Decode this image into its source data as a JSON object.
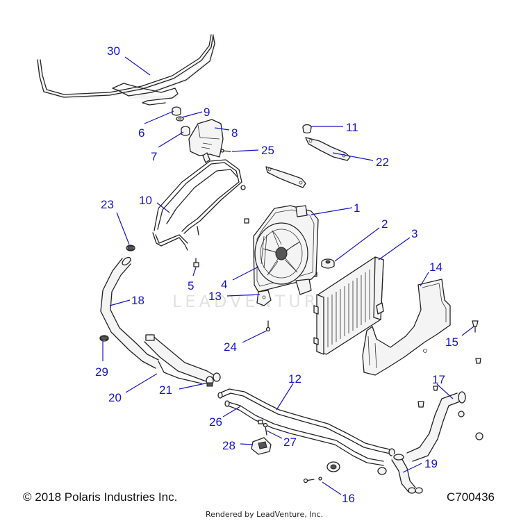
{
  "copyright": "© 2018 Polaris Industries Inc.",
  "diagram_code": "C700436",
  "rendered_by": "Rendered by LeadVenture, Inc.",
  "watermark": "LEADVENTURE",
  "callouts": [
    {
      "id": "30",
      "label": "30"
    },
    {
      "id": "9",
      "label": "9"
    },
    {
      "id": "6",
      "label": "6"
    },
    {
      "id": "8",
      "label": "8"
    },
    {
      "id": "7",
      "label": "7"
    },
    {
      "id": "11",
      "label": "11"
    },
    {
      "id": "25",
      "label": "25"
    },
    {
      "id": "22",
      "label": "22"
    },
    {
      "id": "10",
      "label": "10"
    },
    {
      "id": "23",
      "label": "23"
    },
    {
      "id": "1",
      "label": "1"
    },
    {
      "id": "2",
      "label": "2"
    },
    {
      "id": "3",
      "label": "3"
    },
    {
      "id": "14",
      "label": "14"
    },
    {
      "id": "4",
      "label": "4"
    },
    {
      "id": "5",
      "label": "5"
    },
    {
      "id": "18",
      "label": "18"
    },
    {
      "id": "13",
      "label": "13"
    },
    {
      "id": "15",
      "label": "15"
    },
    {
      "id": "24",
      "label": "24"
    },
    {
      "id": "29",
      "label": "29"
    },
    {
      "id": "17",
      "label": "17"
    },
    {
      "id": "12",
      "label": "12"
    },
    {
      "id": "20",
      "label": "20"
    },
    {
      "id": "21",
      "label": "21"
    },
    {
      "id": "26",
      "label": "26"
    },
    {
      "id": "27",
      "label": "27"
    },
    {
      "id": "28",
      "label": "28"
    },
    {
      "id": "19",
      "label": "19"
    },
    {
      "id": "16",
      "label": "16"
    }
  ]
}
